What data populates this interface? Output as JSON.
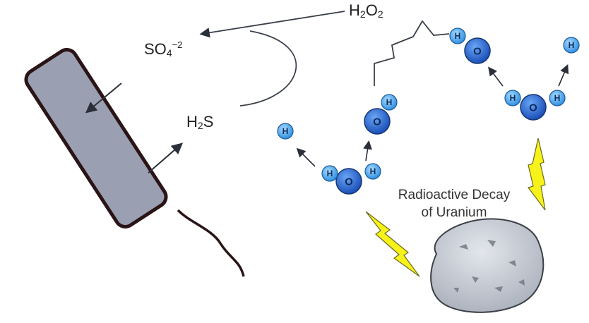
{
  "labels": {
    "h2o2": {
      "base": "H",
      "sub1": "2",
      "mid": "O",
      "sub2": "2"
    },
    "sulfate": {
      "base": "SO",
      "sub": "4",
      "sup": "−2"
    },
    "h2s": {
      "base": "H",
      "sub": "2",
      "tail": "S"
    },
    "decay_line1": "Radioactive Decay",
    "decay_line2": "of Uranium"
  },
  "atoms": {
    "hydrogen": "H",
    "oxygen": "O"
  },
  "colors": {
    "oxygen": "#2f6fd6",
    "hydrogen": "#5fb2f0",
    "bacterium_fill": "#9aa0b2",
    "bacterium_outline": "#2a1416",
    "bolt": "#f7f21a",
    "rock": "#c5cad3",
    "line": "#3a3f4a"
  },
  "icons": [
    "bacterium-icon",
    "lightning-bolt-icon",
    "uranium-rock-icon",
    "water-molecule-icon"
  ]
}
